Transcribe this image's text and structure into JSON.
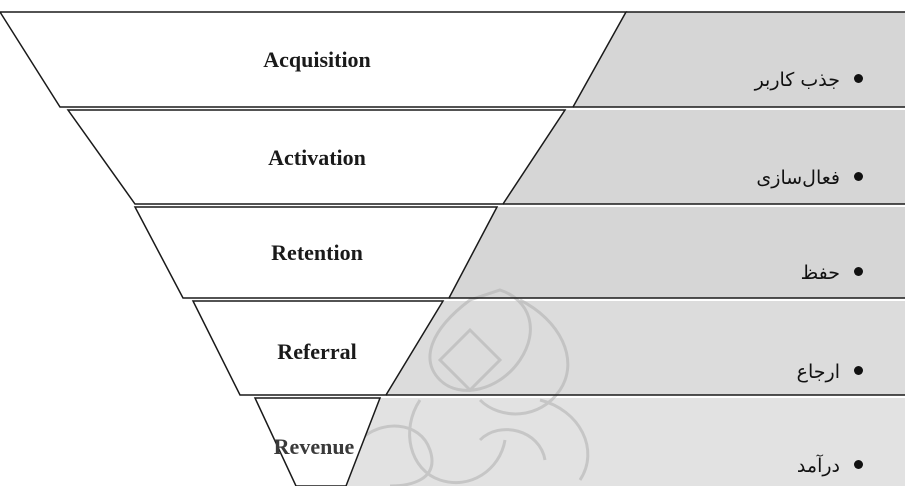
{
  "stages": [
    {
      "label": "Acquisition",
      "persian": "جذب کاربر"
    },
    {
      "label": "Activation",
      "persian": "فعال‌سازی"
    },
    {
      "label": "Retention",
      "persian": "حفظ"
    },
    {
      "label": "Referral",
      "persian": "ارجاع"
    },
    {
      "label": "Revenue",
      "persian": "درآمد"
    }
  ],
  "colors": {
    "panel": "#d6d6d6",
    "outline": "#1a1a1a",
    "background": "#ffffff",
    "watermark": "#a8a8a8"
  }
}
